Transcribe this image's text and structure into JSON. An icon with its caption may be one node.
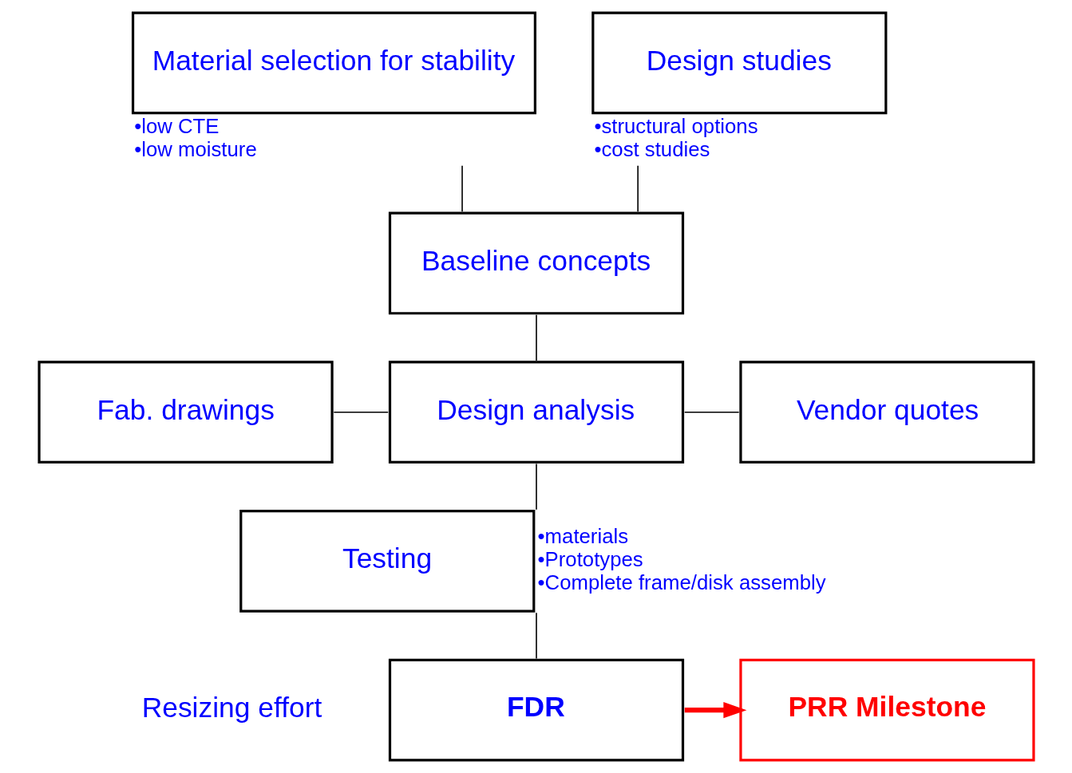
{
  "diagram": {
    "nodes": [
      {
        "text": [
          "Material selection for stability"
        ],
        "beside": [
          "•low CTE",
          "•low moisture"
        ]
      },
      {
        "text": [
          "Design studies"
        ],
        "beside": [
          "•structural options",
          "•cost studies"
        ]
      },
      {
        "text": [
          "Baseline concepts"
        ]
      },
      {
        "text": [
          "Fab. drawings"
        ]
      },
      {
        "text": [
          "Design analysis"
        ]
      },
      {
        "text": [
          "Vendor quotes"
        ]
      },
      {
        "text": [
          "Testing"
        ],
        "beside": [
          "•materials",
          "•Prototypes",
          "•Complete frame/disk assembly"
        ]
      },
      {
        "text": [
          "FDR"
        ]
      },
      {
        "text": [
          "PRR Milestone"
        ]
      }
    ],
    "edges": [
      {
        "from": 0,
        "to": 2,
        "arrow": "none"
      },
      {
        "from": 1,
        "to": 2,
        "arrow": "none"
      },
      {
        "from": 2,
        "to": 4,
        "arrow": "none"
      },
      {
        "from": 3,
        "to": 4,
        "arrow": "none"
      },
      {
        "from": 4,
        "to": 5,
        "arrow": "none"
      },
      {
        "from": 4,
        "to": 6,
        "arrow": "none"
      },
      {
        "from": 6,
        "to": 7,
        "arrow": "none"
      },
      {
        "from": 7,
        "to": 8,
        "arrow": "to",
        "style": "thick",
        "color": "#ff0000"
      }
    ],
    "labels": [
      "Resizing effort"
    ]
  }
}
